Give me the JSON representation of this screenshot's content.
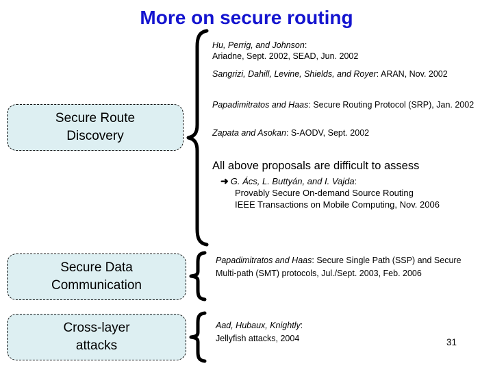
{
  "slide": {
    "title": "More on secure routing",
    "page_number": "31",
    "title_color": "#1414cf",
    "box_fill_color": "#ddeff2",
    "box_border_color": "#111111"
  },
  "concept_boxes": [
    {
      "name": "secure-route-discovery",
      "line1": "Secure Route",
      "line2": "Discovery"
    },
    {
      "name": "secure-data-communication",
      "line1": "Secure Data",
      "line2": "Communication"
    },
    {
      "name": "cross-layer-attacks",
      "line1": "Cross-layer",
      "line2": "attacks"
    }
  ],
  "references": {
    "hu": {
      "authors": "Hu, Perrig, and Johnson",
      "separator": ":",
      "work": "Ariadne, Sept. 2002, SEAD, Jun. 2002"
    },
    "sangrizi": {
      "authors": "Sangrizi, Dahill, Levine, Shields, and Royer",
      "separator": ": ",
      "work": "ARAN, Nov. 2002"
    },
    "srp": {
      "authors": "Papadimitratos and Haas",
      "separator": ": ",
      "work": "Secure Routing Protocol (SRP), Jan. 2002"
    },
    "saodv": {
      "authors": "Zapata and Asokan",
      "separator": ": ",
      "work": "S-AODV, Sept. 2002"
    },
    "ssp": {
      "authors": "Papadimitratos and Haas",
      "separator": ": ",
      "work": "Secure Single Path (SSP) and Secure Multi-path (SMT) protocols, Jul./Sept. 2003, Feb. 2006"
    },
    "jellyfish": {
      "authors": "Aad, Hubaux, Knightly",
      "separator": ":",
      "work": "Jellyfish attacks, 2004"
    }
  },
  "assess": {
    "headline": "All above proposals are difficult to assess",
    "arrow_glyph": "➜",
    "citation_authors": "G. Ács, L. Buttyán, and I. Vajda",
    "citation_separator": ":",
    "citation_line2": "Provably Secure On-demand Source Routing",
    "citation_line3": "IEEE Transactions on Mobile Computing, Nov. 2006"
  },
  "braces": [
    {
      "name": "brace-large",
      "spans": "secure-route-discovery"
    },
    {
      "name": "brace-mid",
      "spans": "secure-data-communication"
    },
    {
      "name": "brace-small",
      "spans": "cross-layer-attacks"
    }
  ]
}
